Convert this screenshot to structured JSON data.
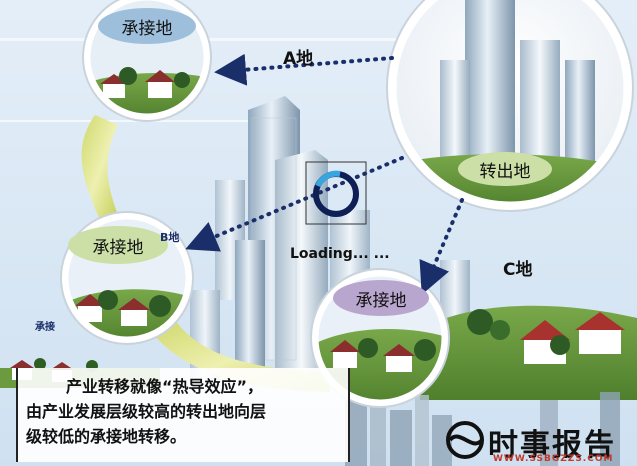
{
  "receivers": {
    "top": "承接地",
    "middle": "承接地",
    "right": "承接地"
  },
  "source": "转出地",
  "places": {
    "a": "A地",
    "b": "B地",
    "c": "C地"
  },
  "partial_labels": {
    "bottom_left": "承接"
  },
  "loading": "Loading... ...",
  "caption": {
    "line1": "产业转移就像“热导效应”，",
    "line2": "由产业发展层级较高的转出地向层",
    "line3": "级较低的承接地转移。"
  },
  "logo": {
    "name": "时事报告",
    "url": "WWW.SSBGZZS.COM"
  }
}
